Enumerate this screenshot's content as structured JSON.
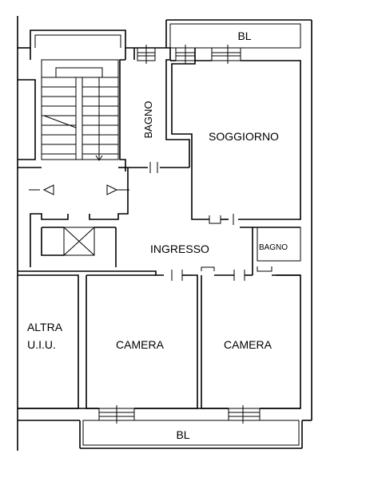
{
  "plan": {
    "labels": {
      "balcony_top": "BL",
      "balcony_bottom": "BL",
      "bathroom_main": "BAGNO",
      "bathroom_small": "BAGNO",
      "living_room": "SOGGIORNO",
      "entrance": "INGRESSO",
      "bedroom_left": "CAMERA",
      "bedroom_right": "CAMERA",
      "other_unit_line1": "ALTRA",
      "other_unit_line2": "U.I.U."
    },
    "colors": {
      "line": "#000000",
      "background": "#ffffff"
    }
  }
}
